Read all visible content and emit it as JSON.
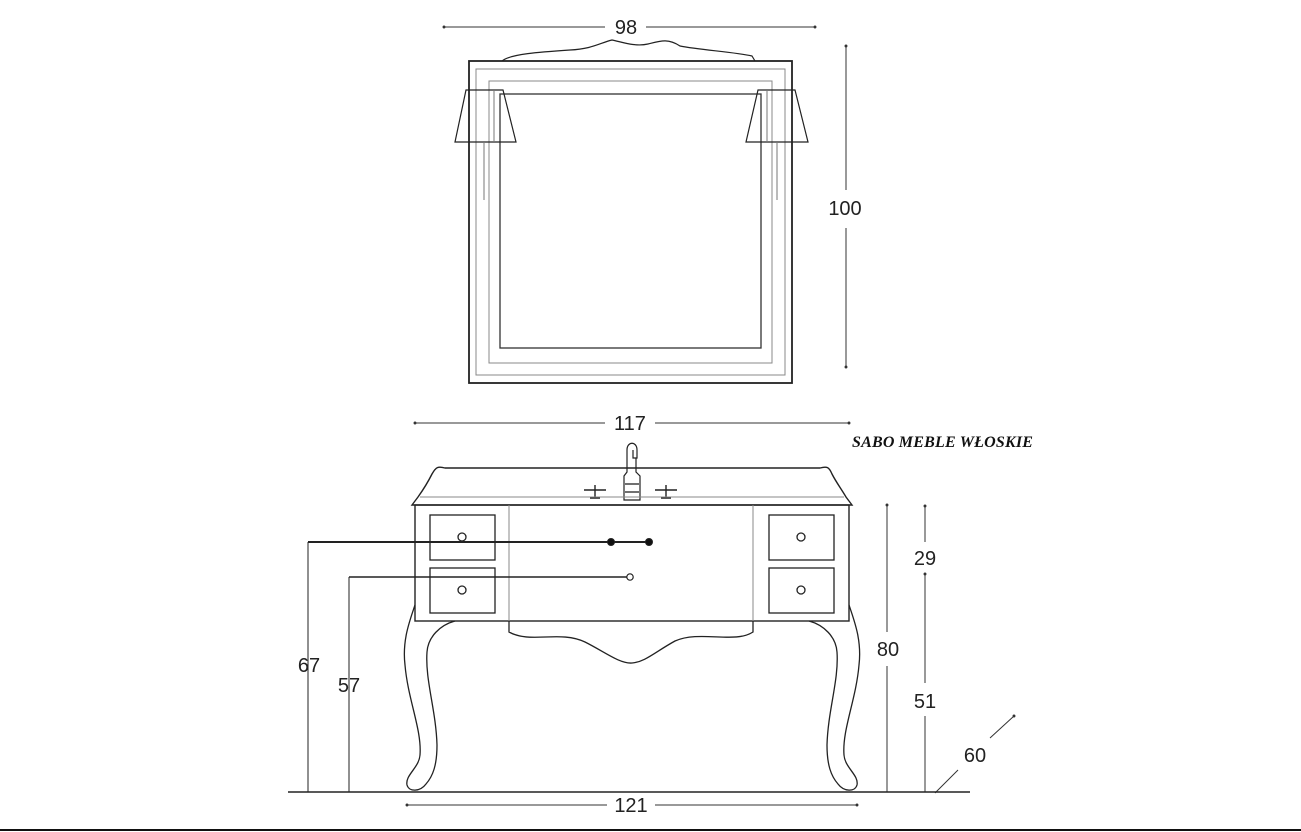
{
  "brand": "SABO MEBLE WŁOSKIE",
  "dimensions": {
    "mirror_width": "98",
    "mirror_height": "100",
    "top_width": "117",
    "base_width": "121",
    "total_height": "80",
    "drawer_section": "29",
    "leg_section": "51",
    "depth": "60",
    "hole_height_upper": "67",
    "hole_height_lower": "57"
  }
}
